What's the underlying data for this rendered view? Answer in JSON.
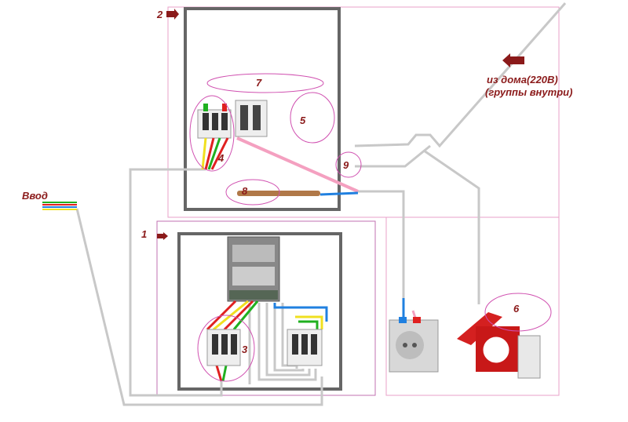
{
  "labels": {
    "input": "Ввод",
    "from_house_line1": "из дома(220В)",
    "from_house_line2": "(группы внутри)",
    "n1": "1",
    "n2": "2",
    "n3": "3",
    "n4": "4",
    "n5": "5",
    "n6": "6",
    "n7": "7",
    "n8": "8",
    "n9": "9"
  },
  "colors": {
    "label": "#8b1a1a",
    "box_border": "#666666",
    "pink_outline": "#e8a0c8",
    "wire_gray": "#c8c8c8",
    "wire_red": "#e02020",
    "wire_green": "#20b020",
    "wire_yellow": "#f0e020",
    "wire_blue": "#2080e0",
    "wire_pink": "#f4a0c0",
    "wire_brown": "#b07848",
    "socket_red": "#d42020",
    "arrow": "#8b1a1a"
  }
}
